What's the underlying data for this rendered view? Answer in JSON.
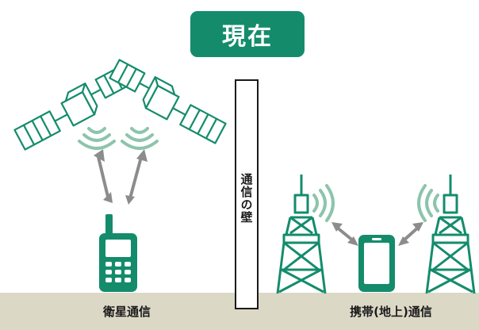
{
  "title": "現在",
  "wall_label": "通信の壁",
  "left_label": "衛星通信",
  "right_label": "携帯(地上)通信",
  "colors": {
    "accent_green": "#148c6c",
    "light_green": "#8cc4ac",
    "arrow_gray": "#8c8c8c",
    "ground": "#dcd8c6"
  },
  "icons": [
    "satellite-icon",
    "signal-waves-icon",
    "bidirectional-arrow-icon",
    "satellite-phone-icon",
    "cell-tower-icon",
    "smartphone-icon"
  ]
}
